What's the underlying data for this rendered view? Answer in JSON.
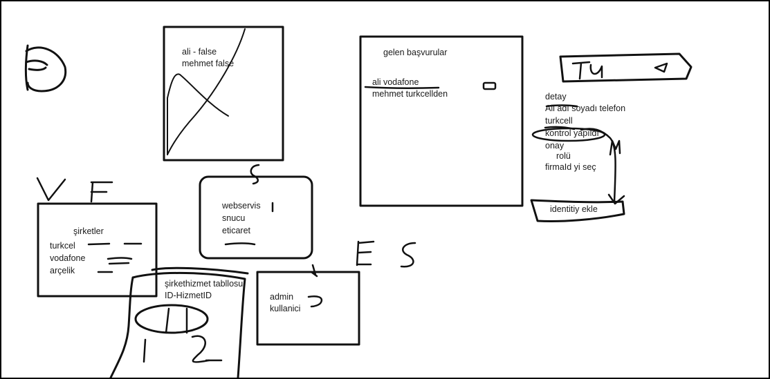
{
  "box_login_values": {
    "line1": "ali - false",
    "line2": "mehmet false"
  },
  "box_applications": {
    "title": "gelen başvurular",
    "item1": "ali vodafone",
    "item2": "mehmet turkcellden"
  },
  "detail_panel": {
    "line1": "detay",
    "line2": "Ali adı soyadı telefon",
    "line3": "turkcell",
    "line4": "kontrol yapıldı",
    "line5": "onay",
    "line6": "rolü",
    "line7": "firmaId yi seç"
  },
  "identity_button": {
    "label": "identitiy ekle"
  },
  "box_companies": {
    "title": "şirketler",
    "item1": "turkcel",
    "item2": "vodafone",
    "item3": "arçelik"
  },
  "box_webservice": {
    "line1": "webservis",
    "line2": "snucu",
    "line3": "eticaret"
  },
  "box_roles": {
    "line1": "admin",
    "line2": "kullanici"
  },
  "db_table": {
    "line1": "şirkethizmet tabllosu",
    "line2": "ID-HizmetID"
  },
  "colors": {
    "background": "#ffffff",
    "frame": "#000000",
    "ink": "#111111"
  }
}
